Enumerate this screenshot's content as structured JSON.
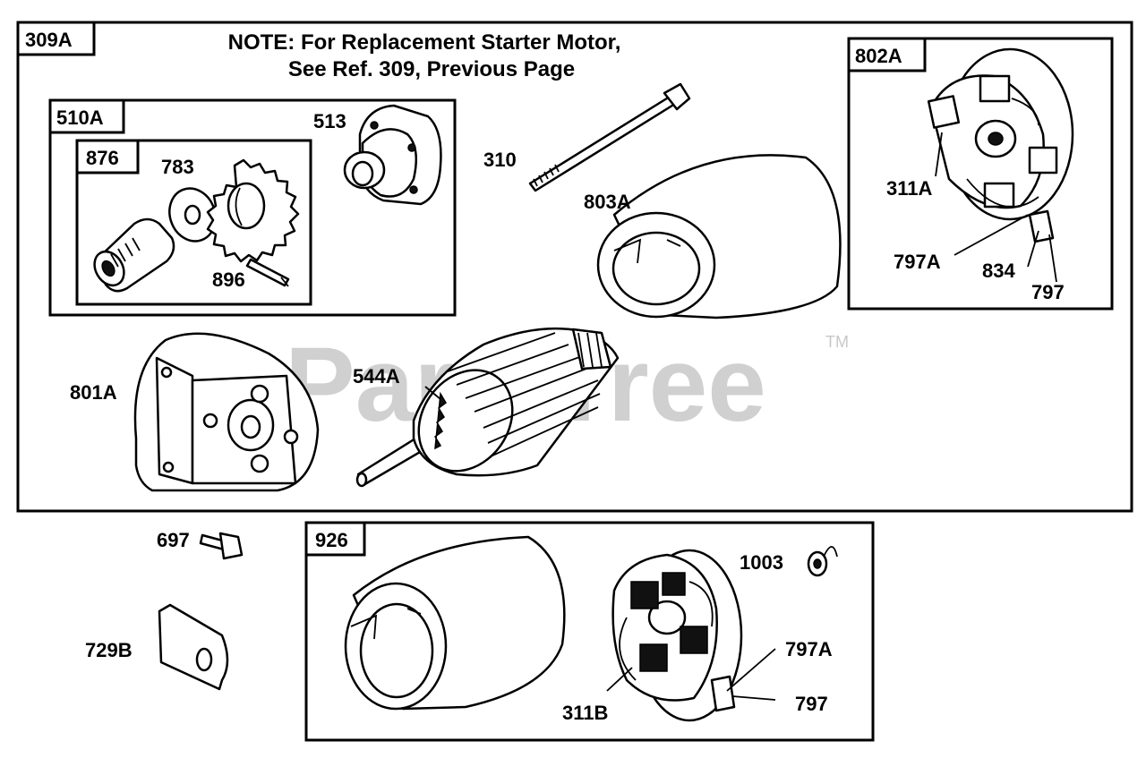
{
  "diagram": {
    "note_line1": "NOTE: For Replacement Starter Motor,",
    "note_line2": "See Ref. 309, Previous Page",
    "watermark": "PartsTree",
    "watermark_tm": "TM",
    "groups": {
      "g309A": "309A",
      "g510A": "510A",
      "g876": "876",
      "g802A": "802A",
      "g926": "926"
    },
    "parts": {
      "p513": "513",
      "p783": "783",
      "p896": "896",
      "p310": "310",
      "p803A": "803A",
      "p311A": "311A",
      "p797A_top": "797A",
      "p834": "834",
      "p797_top": "797",
      "p801A": "801A",
      "p544A": "544A",
      "p697": "697",
      "p729B": "729B",
      "p1003": "1003",
      "p797A_bot": "797A",
      "p797_bot": "797",
      "p311B": "311B"
    }
  }
}
